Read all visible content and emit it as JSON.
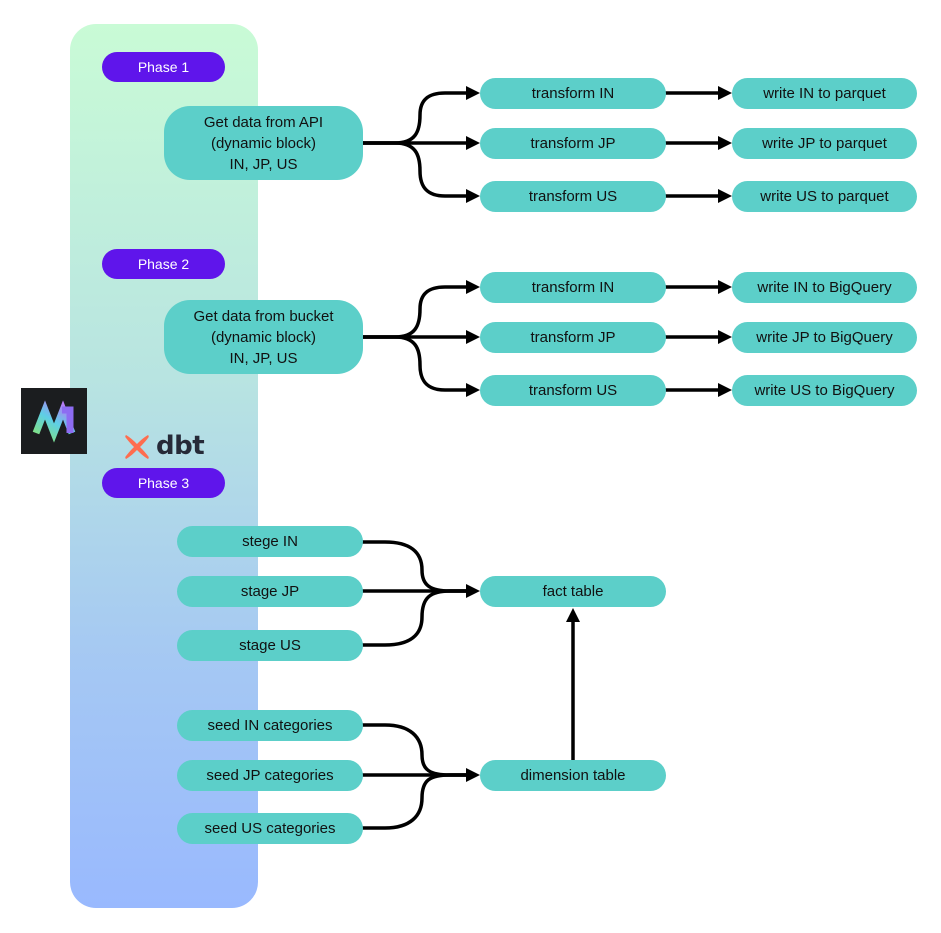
{
  "phases": {
    "phase1": {
      "label": "Phase 1",
      "source": "Get data from API\n(dynamic block)\nIN, JP, US",
      "transforms": [
        "transform IN",
        "transform JP",
        "transform US"
      ],
      "writes": [
        "write IN to parquet",
        "write JP to parquet",
        "write US to parquet"
      ]
    },
    "phase2": {
      "label": "Phase 2",
      "source": "Get data from bucket\n(dynamic block)\nIN, JP, US",
      "transforms": [
        "transform IN",
        "transform JP",
        "transform US"
      ],
      "writes": [
        "write IN to BigQuery",
        "write JP to BigQuery",
        "write US to BigQuery"
      ]
    },
    "phase3": {
      "label": "Phase 3",
      "stages": [
        "stege IN",
        "stage JP",
        "stage US"
      ],
      "fact_table": "fact table",
      "seeds": [
        "seed IN categories",
        "seed JP categories",
        "seed US categories"
      ],
      "dimension_table": "dimension table"
    }
  },
  "logos": {
    "mage": {
      "icon": "mage-logo-icon"
    },
    "dbt": {
      "icon": "dbt-logo-icon",
      "text": "dbt",
      "color": "#fe6d4f"
    }
  },
  "colors": {
    "node": "#5ccfc9",
    "phase": "#5f15eb",
    "arrow": "#000000",
    "column_top": "#c9fbd6",
    "column_bottom": "#99b9fe"
  }
}
